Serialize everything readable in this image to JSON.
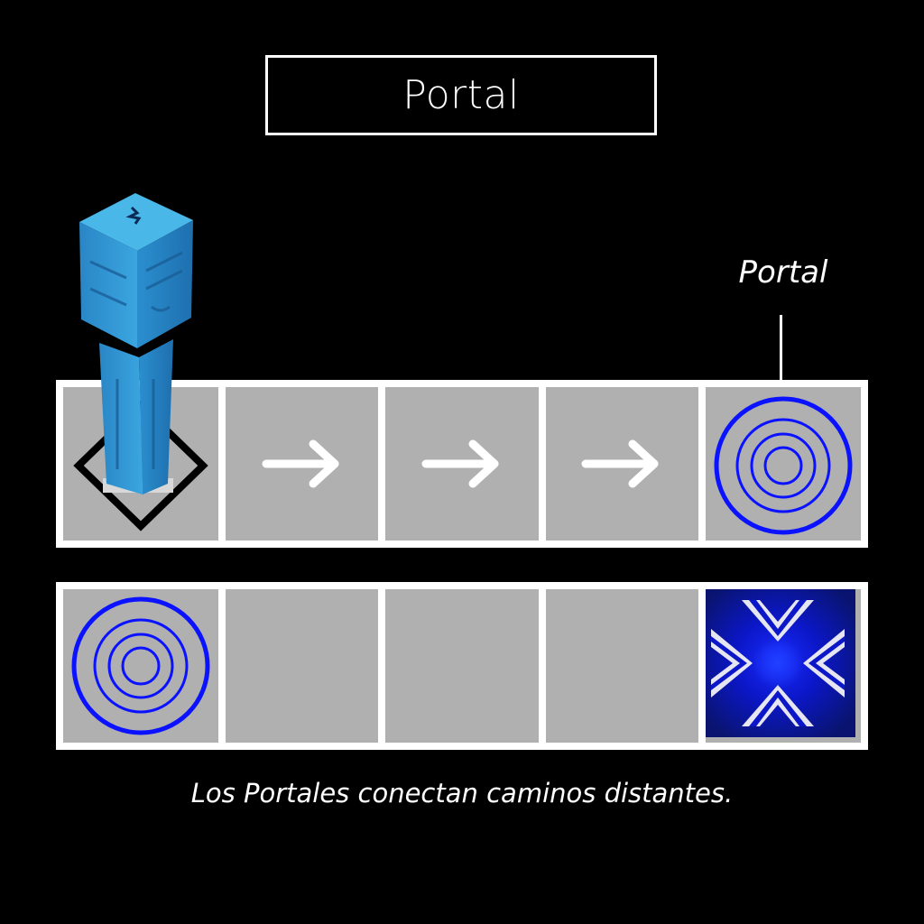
{
  "header": {
    "title": "Portal"
  },
  "callout": {
    "label": "Portal"
  },
  "caption": {
    "text": "Los Portales conectan caminos distantes."
  },
  "board": {
    "rows": [
      {
        "cells": [
          "start-marker",
          "arrow-right",
          "arrow-right",
          "arrow-right",
          "portal"
        ]
      },
      {
        "cells": [
          "portal",
          "empty",
          "empty",
          "empty",
          "goal-x"
        ]
      }
    ]
  },
  "colors": {
    "background": "#000000",
    "tile": "#b0b0b0",
    "portal_ring": "#0a12ff",
    "goal_bg": "#0b1590",
    "pillar": "#2f9fd6"
  }
}
